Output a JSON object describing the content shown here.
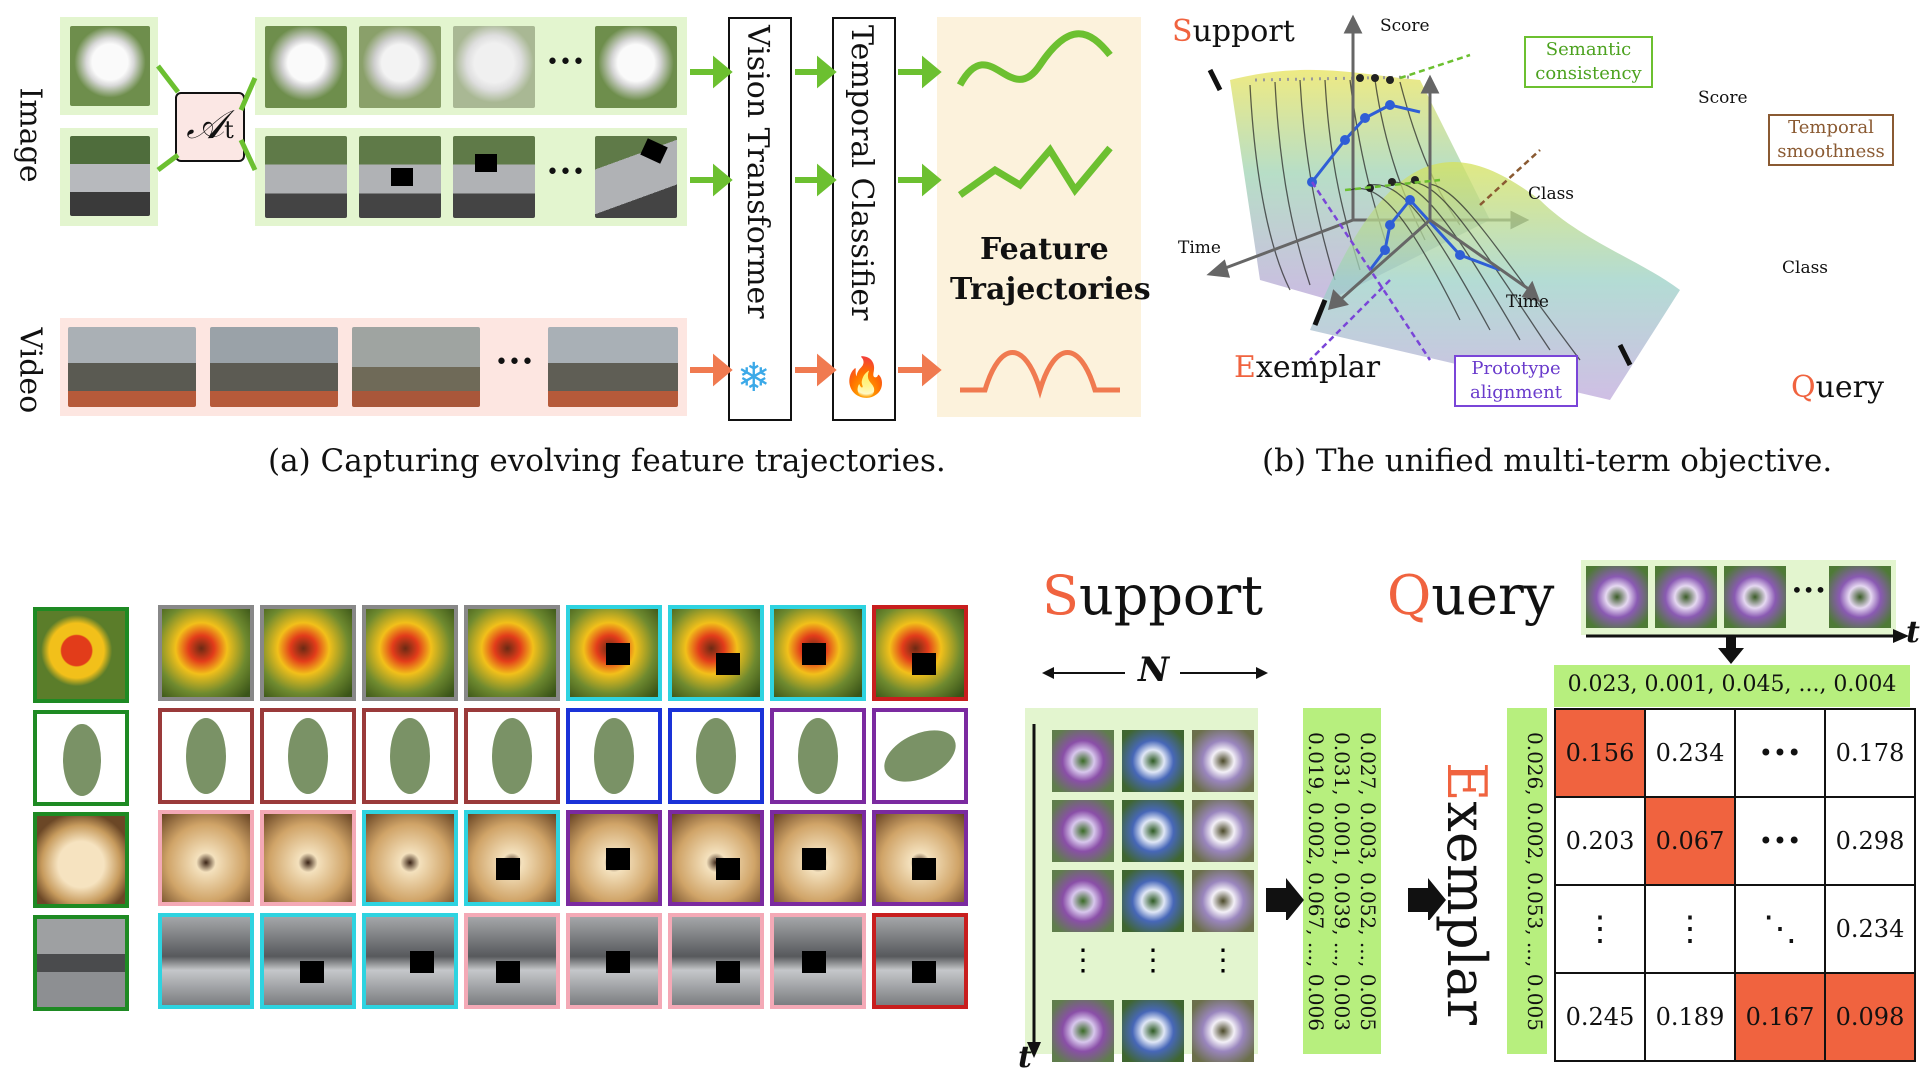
{
  "panel_a": {
    "row_labels": {
      "image": "Image",
      "video": "Video"
    },
    "augmentation_symbol": "𝒜",
    "augmentation_subscript": "t",
    "ellipsis": "•••",
    "vision_transformer": "Vision Transformer",
    "temporal_classifier": "Temporal Classifier",
    "frozen_icon": "❄",
    "trainable_icon": "🔥",
    "feature_title_line1": "Feature",
    "feature_title_line2": "Trajectories",
    "caption": "(a) Capturing evolving feature trajectories."
  },
  "panel_b": {
    "support_initial": "S",
    "support_rest": "upport",
    "exemplar_initial": "E",
    "exemplar_rest": "xemplar",
    "query_initial": "Q",
    "query_rest": "uery",
    "axis_score_1": "Score",
    "axis_class_1": "Class",
    "axis_time_1": "Time",
    "axis_score_2": "Score",
    "axis_class_2": "Class",
    "axis_time_2": "Time",
    "tag_semantic": "Semantic consistency",
    "tag_temporal": "Temporal smoothness",
    "tag_prototype": "Prototype alignment",
    "caption": "(b) The unified multi-term objective."
  },
  "bottom_right": {
    "support_initial": "S",
    "support_rest": "upport",
    "query_initial": "Q",
    "query_rest": "uery",
    "exemplar_initial": "E",
    "exemplar_rest": "xemplar",
    "n_label": "N",
    "t_label": "t",
    "query_axis_label": "t",
    "query_ellipsis": "•••",
    "grid_ellipsis": "⋮",
    "support_scores": "0.027, 0.003, 0.052, ..., 0.005\n0.031, 0.001, 0.039, ..., 0.003\n0.019, 0.002, 0.067, ..., 0.006",
    "query_scores": "0.023, 0.001, 0.045, ..., 0.004",
    "exemplar_scores": "0.026, 0.002, 0.053, ..., 0.005",
    "matrix": [
      [
        "0.156",
        "0.234",
        "•••",
        "0.178"
      ],
      [
        "0.203",
        "0.067",
        "•••",
        "0.298"
      ],
      [
        "⋮",
        "⋮",
        "⋱",
        "0.234"
      ],
      [
        "0.245",
        "0.189",
        "0.167",
        "0.098"
      ]
    ]
  },
  "colors": {
    "accent_red": "#f0633f",
    "green_band": "#e3f5cf",
    "pink_band": "#fde6e1",
    "arrow_green": "#6cc030",
    "arrow_orange": "#f07a50",
    "highlight": "#f0633f"
  }
}
